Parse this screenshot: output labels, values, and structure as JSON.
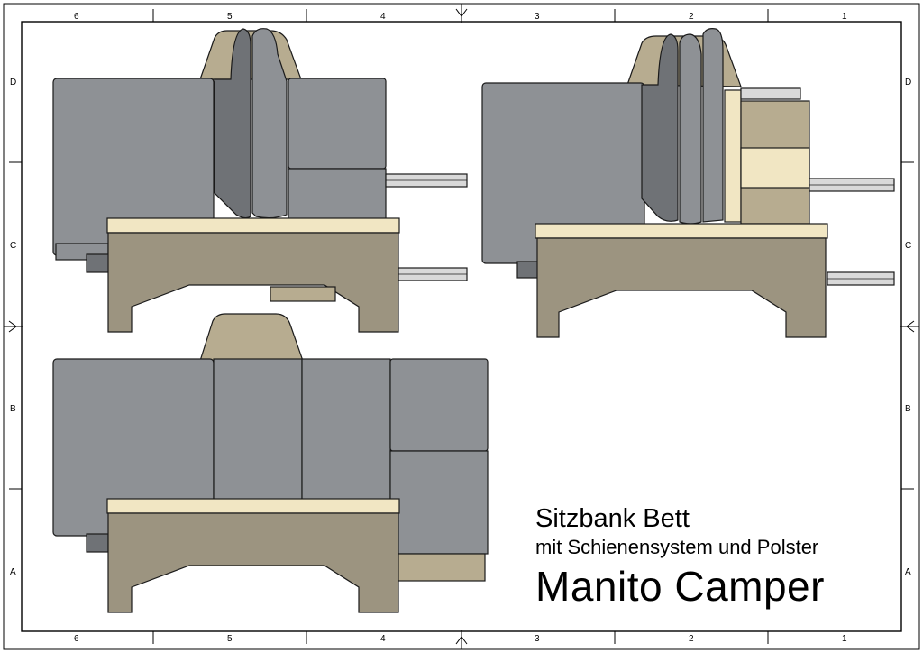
{
  "title_block": {
    "line1": "Sitzbank Bett",
    "line2": "mit Schienensystem und Polster",
    "line3": "Manito Camper"
  },
  "grid_columns": [
    "6",
    "5",
    "4",
    "3",
    "2",
    "1"
  ],
  "grid_rows": [
    "D",
    "C",
    "B",
    "A"
  ],
  "colors": {
    "cushion": "#8e9195",
    "cushion_dark": "#6f7276",
    "plywood_face": "#9c9480",
    "plywood_top": "#f1e6c3",
    "backrest_wood": "#b7ac90",
    "rail": "#d9d9d9",
    "outline": "#1a1a1a"
  }
}
